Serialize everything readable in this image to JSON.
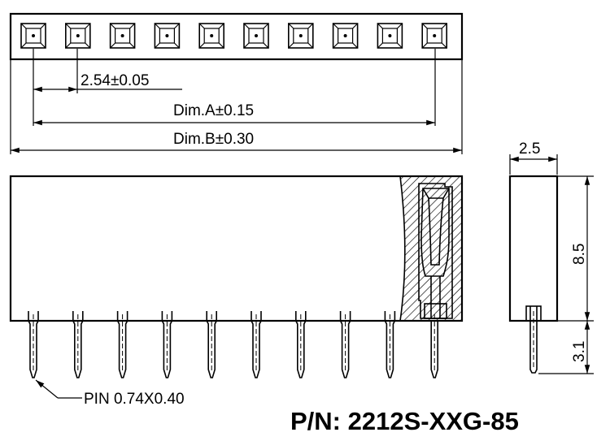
{
  "drawing": {
    "pin_count": 10,
    "dims": {
      "pitch": "2.54±0.05",
      "dim_a": "Dim.A±0.15",
      "dim_b": "Dim.B±0.30",
      "side_width": "2.5",
      "side_height": "8.5",
      "pin_length": "3.1"
    },
    "pin_note": "PIN 0.74X0.40",
    "part_number": "P/N: 2212S-XXG-85"
  }
}
